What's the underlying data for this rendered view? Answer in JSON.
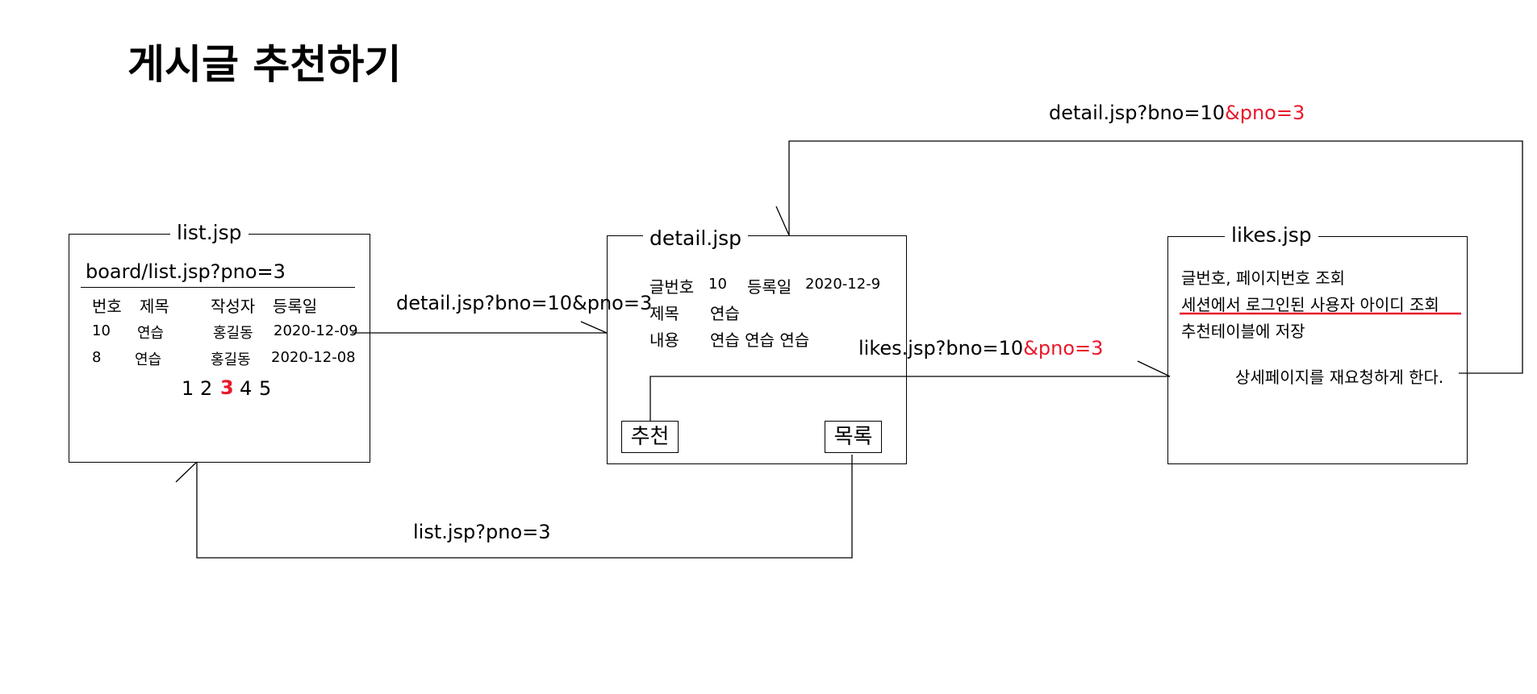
{
  "title": "게시글 추천하기",
  "list_box": {
    "title": "list.jsp",
    "url": "board/list.jsp?pno=3",
    "headers": [
      "번호",
      "제목",
      "작성자",
      "등록일"
    ],
    "rows": [
      [
        "10",
        "연습",
        "홍길동",
        "2020-12-09"
      ],
      [
        "8",
        "연습",
        "홍길동",
        "2020-12-08"
      ]
    ],
    "pages": [
      "1",
      "2",
      "3",
      "4",
      "5"
    ]
  },
  "detail_box": {
    "title": "detail.jsp",
    "row1": [
      "글번호",
      "10",
      "등록일",
      "2020-12-9"
    ],
    "row2": [
      "제목",
      "연습"
    ],
    "row3": [
      "내용",
      "연습 연습 연습"
    ],
    "like_button": "추천",
    "list_button": "목록"
  },
  "likes_box": {
    "title": "likes.jsp",
    "lines": [
      "글번호, 페이지번호 조회",
      "세션에서 로그인된 사용자 아이디 조회",
      "추천테이블에 저장",
      "상세페이지를 재요청하게 한다."
    ]
  },
  "links": {
    "to_detail": "detail.jsp?bno=10&pno=3",
    "to_likes_a": "likes.jsp?bno=10",
    "to_likes_b": "&pno=3",
    "back_detail_a": "detail.jsp?bno=10",
    "back_detail_b": "&pno=3",
    "to_list": "list.jsp?pno=3"
  },
  "colors": {
    "accent": "#e8192c",
    "line": "#000000"
  }
}
